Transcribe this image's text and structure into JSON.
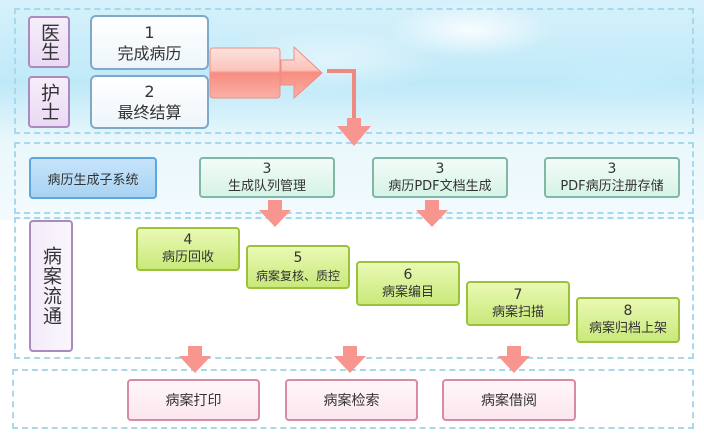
{
  "colors": {
    "lane_border": "#a9d8ec",
    "role_border": "#a98bc0",
    "arrow_fill": "#f7958e",
    "green_step": "#c9e97a",
    "blue_subsystem": "#a8d3f3",
    "output_border": "#d98aa5"
  },
  "top_section": {
    "roles": [
      {
        "label": "医生",
        "step_number": "1",
        "step_label": "完成病历"
      },
      {
        "label": "护士",
        "step_number": "2",
        "step_label": "最终结算"
      }
    ]
  },
  "subsystem_section": {
    "title": "病历生成子系统",
    "steps": [
      {
        "number": "3",
        "label": "生成队列管理"
      },
      {
        "number": "3",
        "label": "病历PDF文档生成"
      },
      {
        "number": "3",
        "label": "PDF病历注册存储"
      }
    ]
  },
  "flow_section": {
    "title": "病案流通",
    "steps": [
      {
        "number": "4",
        "label": "病历回收"
      },
      {
        "number": "5",
        "label": "病案复核、质控"
      },
      {
        "number": "6",
        "label": "病案编目"
      },
      {
        "number": "7",
        "label": "病案扫描"
      },
      {
        "number": "8",
        "label": "病案归档上架"
      }
    ]
  },
  "output_section": {
    "items": [
      {
        "label": "病案打印"
      },
      {
        "label": "病案检索"
      },
      {
        "label": "病案借阅"
      }
    ]
  }
}
